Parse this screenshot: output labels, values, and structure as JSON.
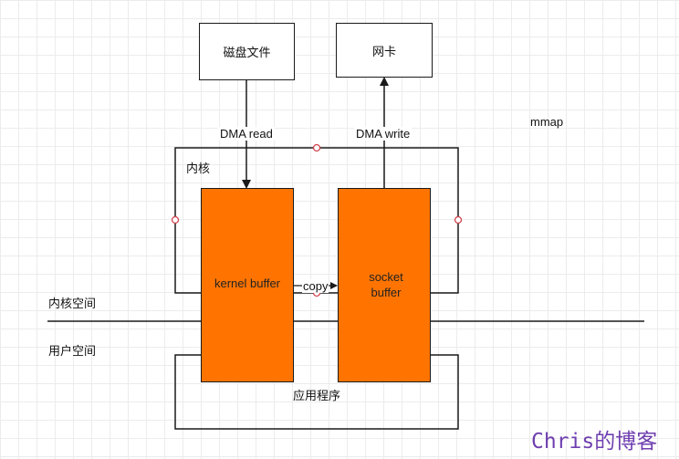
{
  "nodes": {
    "disk_file": "磁盘文件",
    "nic": "网卡",
    "kernel_group": "内核",
    "kernel_buffer": "kernel buffer",
    "socket_buffer_line1": "socket",
    "socket_buffer_line2": "buffer",
    "application": "应用程序"
  },
  "edges": {
    "dma_read": "DMA read",
    "dma_write": "DMA write",
    "copy": "copy"
  },
  "spaces": {
    "kernel_space": "内核空间",
    "user_space": "用户空间"
  },
  "title_note": "mmap",
  "watermark": "Chris的博客",
  "colors": {
    "buffer_fill": "#ff7400",
    "line": "#1a1a1a",
    "handle": "#d0454f",
    "watermark": "#6f3fb0",
    "grid": "#ececec"
  }
}
